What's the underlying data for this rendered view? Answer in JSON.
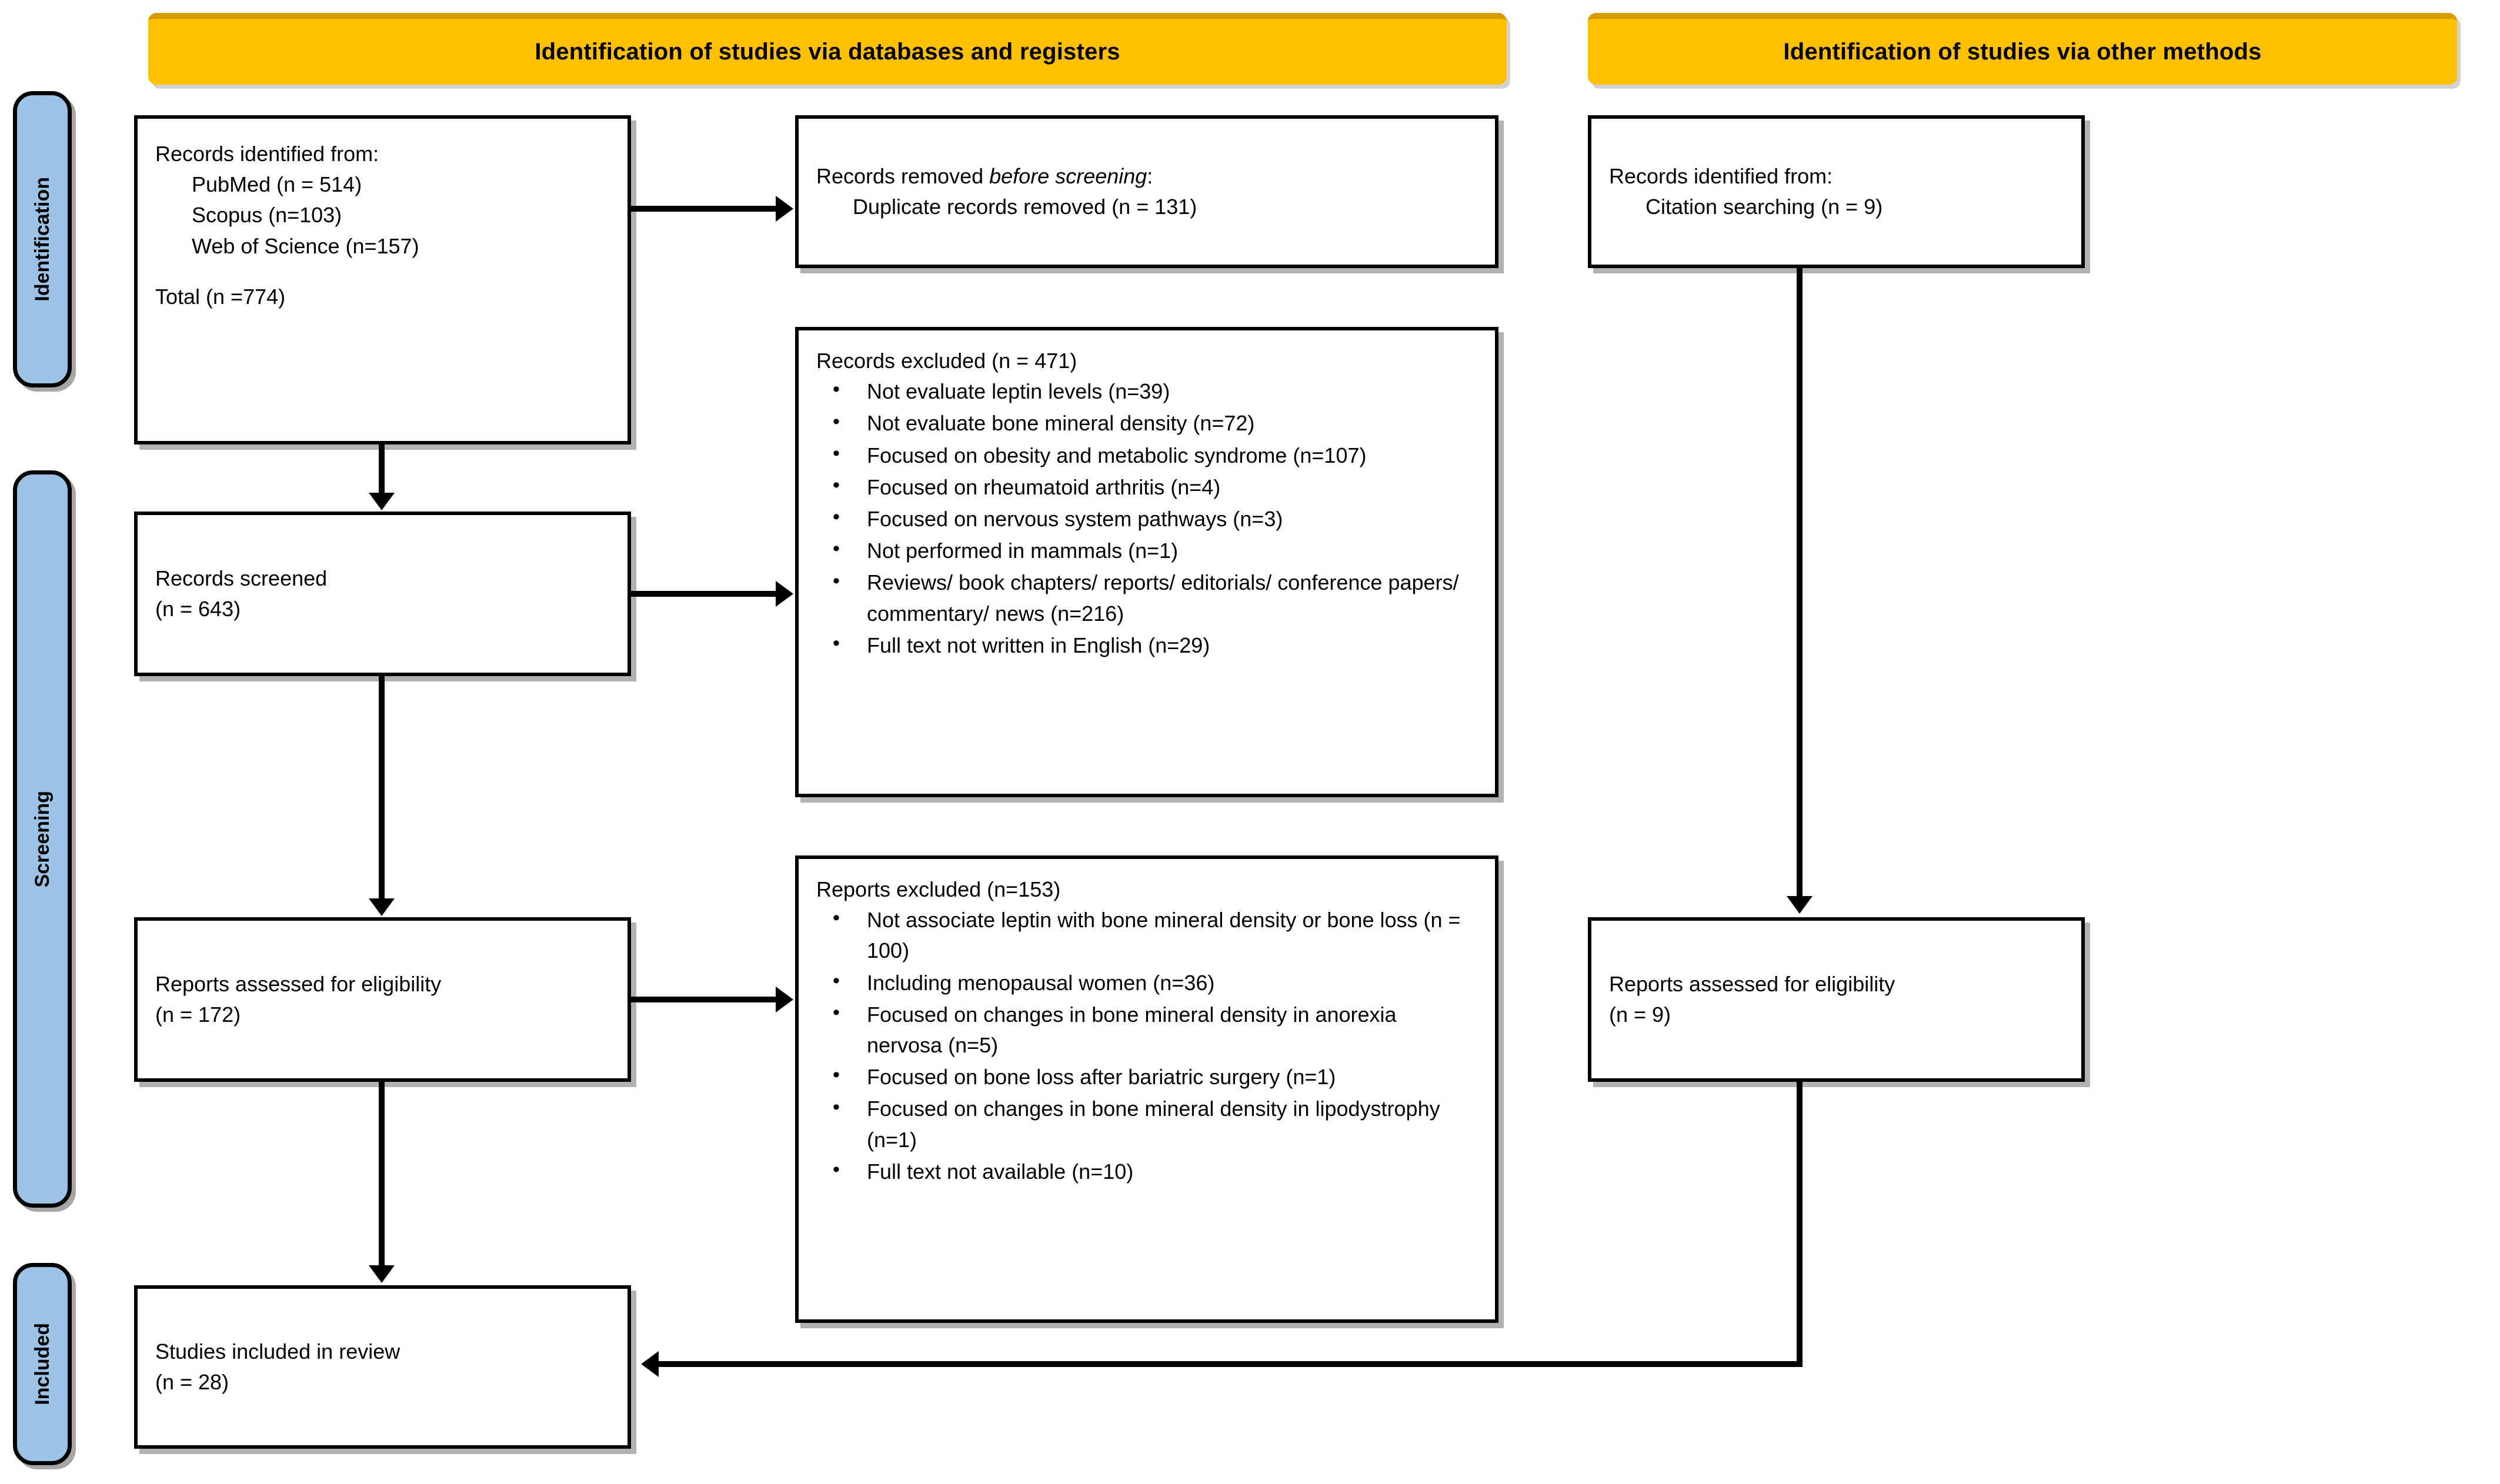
{
  "diagram": {
    "title": "PRISMA 2020 flow diagram",
    "colors": {
      "banner_fill": "#FFC000",
      "banner_top_edge": "#D79B00",
      "rail_fill": "#9DC3E6",
      "box_border": "#000000",
      "box_fill": "#FFFFFF",
      "connector": "#000000"
    }
  },
  "banners": {
    "databases": "Identification of studies via databases and registers",
    "other_methods": "Identification of studies via other methods"
  },
  "rails": [
    {
      "label": "Identification"
    },
    {
      "label": "Screening"
    },
    {
      "label": "Included"
    }
  ],
  "boxes": {
    "records_identified": {
      "heading": "Records identified from:",
      "sources": [
        "PubMed (n = 514)",
        "Scopus (n=103)",
        "Web of Science (n=157)"
      ],
      "total": "Total (n =774)"
    },
    "records_removed": {
      "heading_plain": "Records removed ",
      "heading_italic": "before screening",
      "heading_tail": ":",
      "items": [
        "Duplicate records removed (n = 131)"
      ]
    },
    "records_screened": {
      "line1": "Records screened",
      "line2": "(n = 643)"
    },
    "records_excluded": {
      "heading": "Records excluded (n = 471)",
      "items": [
        "Not evaluate leptin levels (n=39)",
        "Not evaluate bone mineral density (n=72)",
        "Focused on obesity and metabolic  syndrome (n=107)",
        "Focused on rheumatoid arthritis (n=4)",
        "Focused on nervous system pathways (n=3)",
        "Not performed in mammals (n=1)",
        "Reviews/ book chapters/ reports/ editorials/ conference papers/ commentary/ news (n=216)",
        "Full text not written in English (n=29)"
      ]
    },
    "reports_assessed_left": {
      "line1": "Reports assessed for eligibility",
      "line2": "(n = 172)"
    },
    "reports_excluded": {
      "heading": "Reports excluded (n=153)",
      "items": [
        "Not associate leptin with bone mineral density or bone loss (n =  100)",
        "Including menopausal women (n=36)",
        "Focused on changes in bone mineral density in anorexia nervosa (n=5)",
        "Focused on bone loss after bariatric surgery (n=1)",
        "Focused on changes in bone mineral density in lipodystrophy (n=1)",
        "Full text not available (n=10)"
      ]
    },
    "studies_included": {
      "line1": "Studies included in review",
      "line2": "(n = 28)"
    },
    "records_identified_other": {
      "heading": "Records identified from:",
      "sources": [
        "Citation searching (n = 9)"
      ]
    },
    "reports_assessed_right": {
      "line1": "Reports assessed for eligibility",
      "line2": "(n = 9)"
    }
  }
}
